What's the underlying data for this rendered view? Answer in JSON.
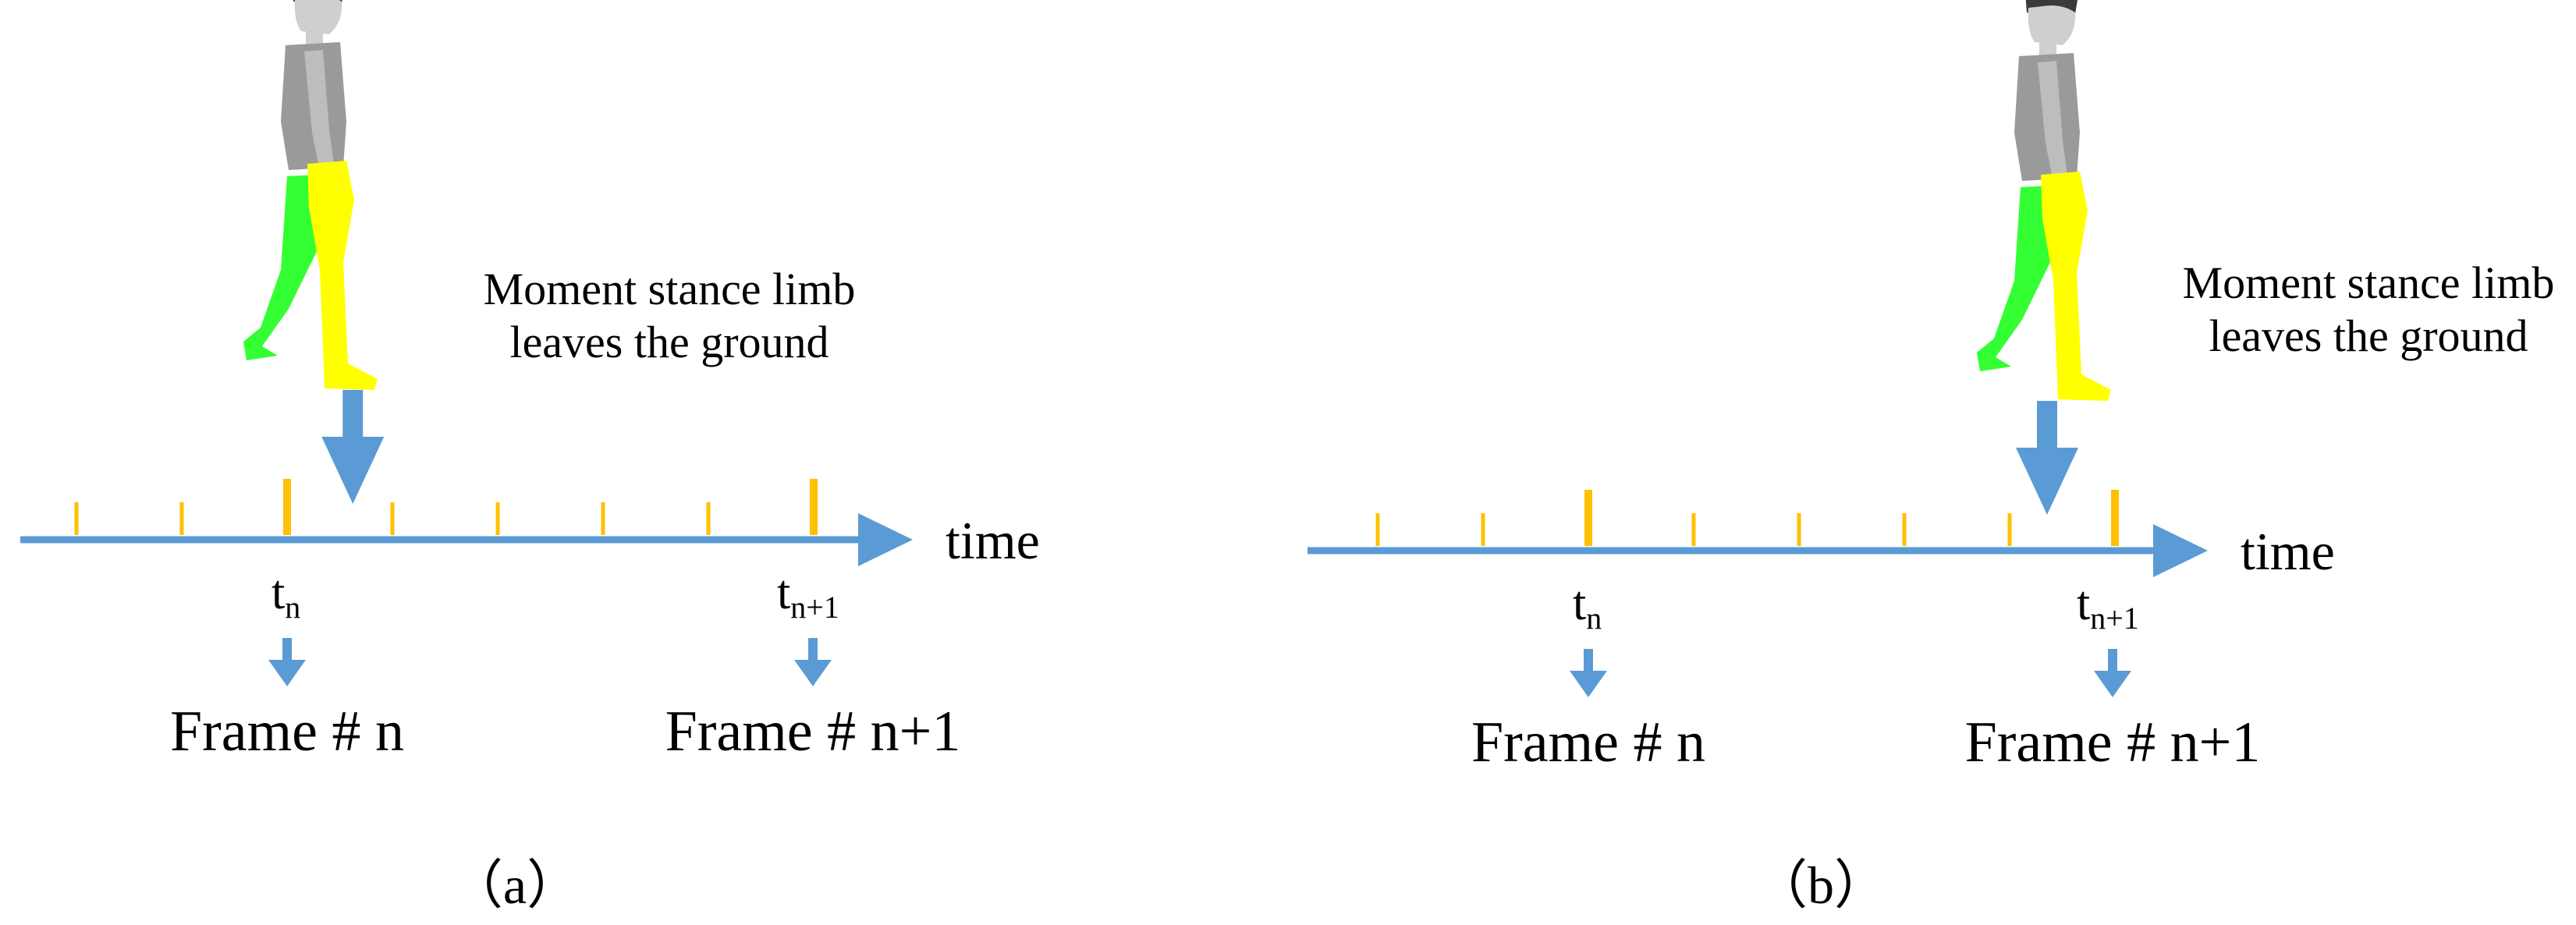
{
  "colors": {
    "axis": "#5b9bd5",
    "tick": "#ffc000",
    "torso": "#9a9a9a",
    "stance_leg": "#ffff00",
    "swing_leg": "#33ff33",
    "skin": "#cfcfcf",
    "hair": "#3a3a3a"
  },
  "panels": [
    {
      "caption_line1": "Moment stance limb",
      "caption_line2": "leaves the ground",
      "axis_label": "time",
      "tn_base": "t",
      "tn_sub": "n",
      "tn1_base": "t",
      "tn1_sub": "n+1",
      "frame_n": "Frame # n",
      "frame_n1": "Frame # n+1",
      "label": "（a）",
      "event_fraction": 0.125
    },
    {
      "caption_line1": "Moment stance limb",
      "caption_line2": "leaves the ground",
      "axis_label": "time",
      "tn_base": "t",
      "tn_sub": "n",
      "tn1_base": "t",
      "tn1_sub": "n+1",
      "frame_n": "Frame # n",
      "frame_n1": "Frame # n+1",
      "label": "（b）",
      "event_fraction": 0.875
    }
  ]
}
